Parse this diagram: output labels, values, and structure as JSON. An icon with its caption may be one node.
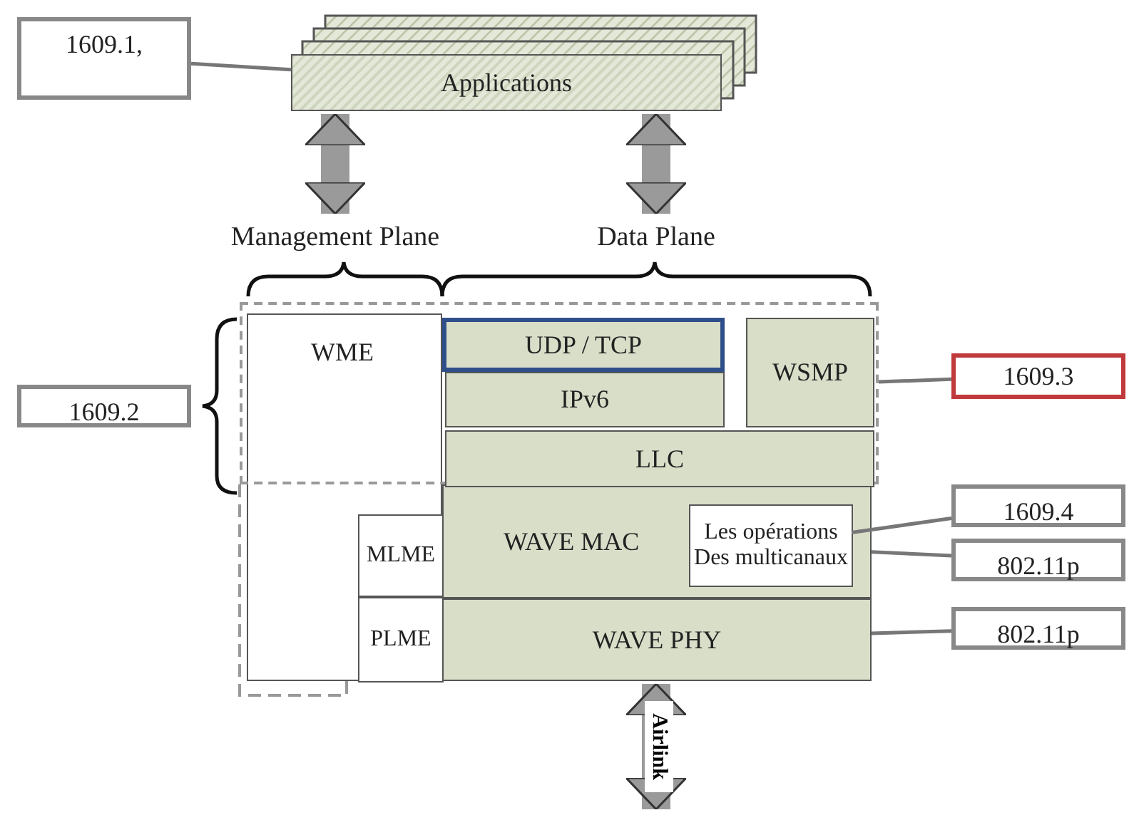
{
  "diagram": {
    "nodes": [
      {
        "text": [
          "1609.1,"
        ]
      },
      {
        "text": [
          "Applications"
        ]
      },
      {
        "text": [
          "Management Plane"
        ]
      },
      {
        "text": [
          "Data Plane"
        ]
      },
      {
        "text": [
          "1609.2"
        ]
      },
      {
        "text": [],
        "shape": "box"
      },
      {
        "text": [
          "WME"
        ]
      },
      {
        "text": [
          "UDP / TCP"
        ],
        "in": 5
      },
      {
        "text": [
          "IPv6"
        ],
        "in": 5
      },
      {
        "text": [
          "WSMP"
        ],
        "in": 5
      },
      {
        "text": [
          "LLC"
        ],
        "in": 5
      },
      {
        "text": [
          "1609.3"
        ]
      },
      {
        "text": [
          "MLME"
        ],
        "in": 6
      },
      {
        "text": [
          "WAVE MAC"
        ]
      },
      {
        "text": [
          "Les opérations Des multicanaux"
        ],
        "in": 13
      },
      {
        "text": [
          "1609.4"
        ]
      },
      {
        "text": [
          "802.11p"
        ]
      },
      {
        "text": [
          "PLME"
        ],
        "in": 6
      },
      {
        "text": [
          "WAVE PHY"
        ]
      },
      {
        "text": [
          "802.11p"
        ]
      }
    ],
    "edges": [
      {
        "from": 0,
        "to": 1,
        "arrow": "none"
      },
      {
        "from": 1,
        "to": 2,
        "arrow": "both",
        "style": "thick"
      },
      {
        "from": 1,
        "to": 3,
        "arrow": "both",
        "style": "thick"
      },
      {
        "from": 11,
        "to": 5,
        "arrow": "none"
      },
      {
        "from": 15,
        "to": 14,
        "arrow": "none"
      },
      {
        "from": 16,
        "to": 13,
        "arrow": "none"
      },
      {
        "from": 19,
        "to": 18,
        "arrow": "none"
      },
      {
        "from": 18,
        "to": null,
        "arrow": "both",
        "style": "thick",
        "label": "Airlink"
      }
    ]
  }
}
